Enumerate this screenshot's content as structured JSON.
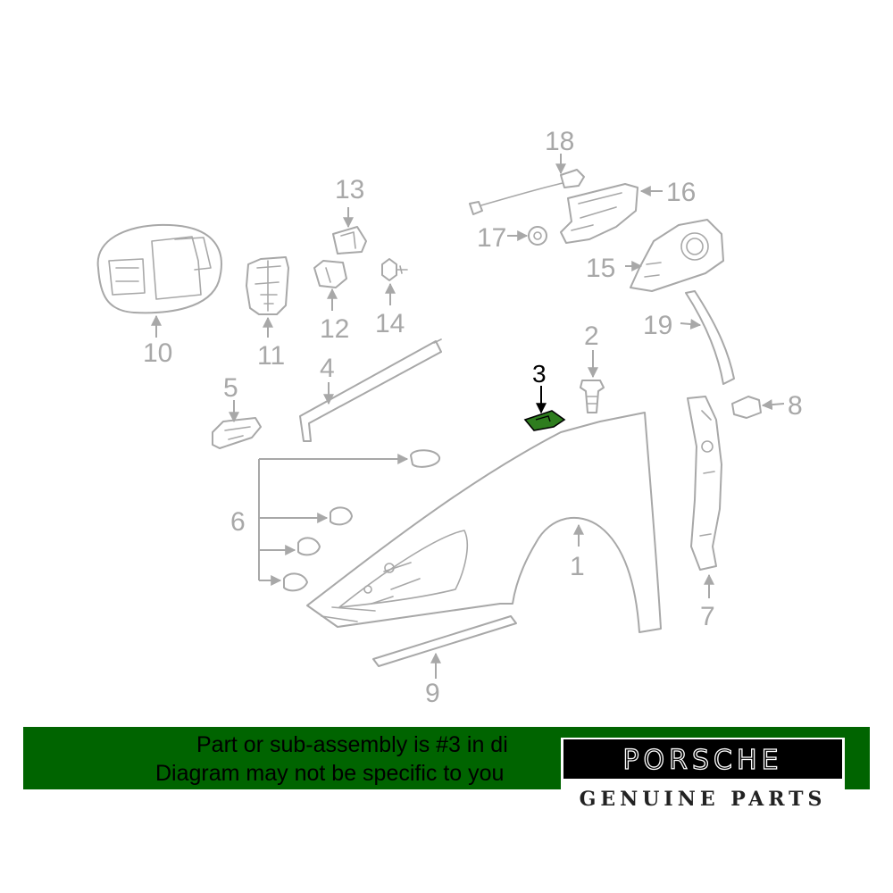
{
  "diagram": {
    "callouts": {
      "c1": "1",
      "c2": "2",
      "c3": "3",
      "c4": "4",
      "c5": "5",
      "c6": "6",
      "c7": "7",
      "c8": "8",
      "c9": "9",
      "c10": "10",
      "c11": "11",
      "c12": "12",
      "c13": "13",
      "c14": "14",
      "c15": "15",
      "c16": "16",
      "c17": "17",
      "c18": "18",
      "c19": "19"
    },
    "highlighted_callout": "3",
    "line_color": "#a8a8a8",
    "highlight_part_color": "#2e7d1e"
  },
  "banner": {
    "line1": "Part or sub-assembly is #3 in di",
    "line2": "Diagram may not be specific to you",
    "background": "#006400"
  },
  "logo": {
    "brand": "PORSCHE",
    "tagline": "GENUINE PARTS"
  }
}
